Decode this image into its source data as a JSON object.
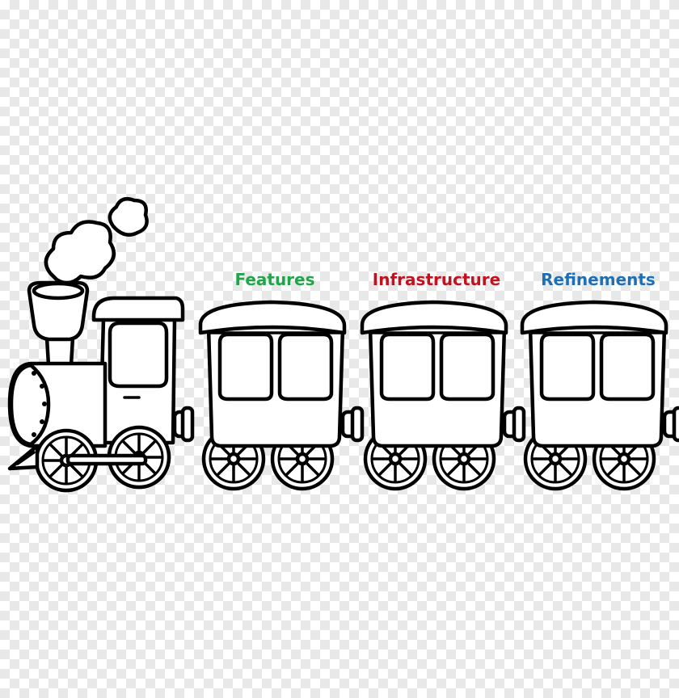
{
  "labels": [
    {
      "text": "Features",
      "color": "#1fa54a"
    },
    {
      "text": "Infrastructure",
      "color": "#c1121f"
    },
    {
      "text": "Refinements",
      "color": "#1f6fb5"
    }
  ]
}
